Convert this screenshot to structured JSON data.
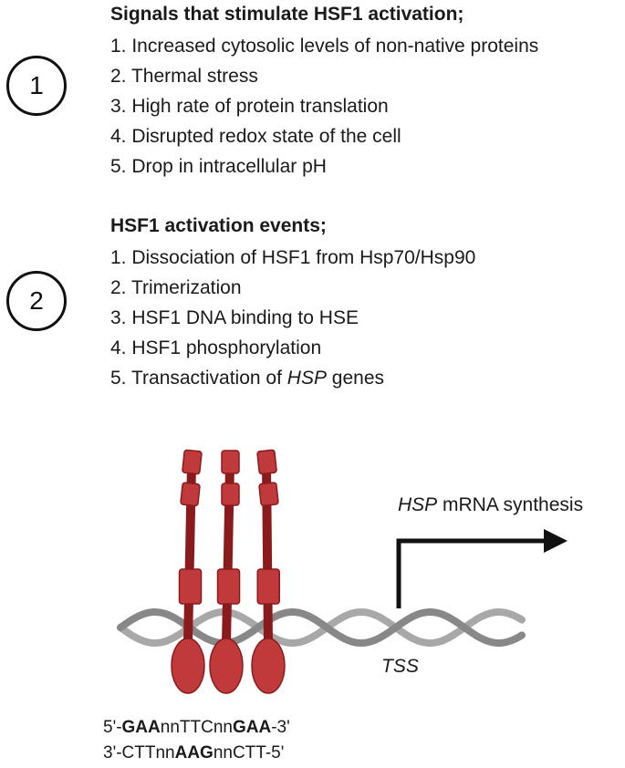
{
  "step1": {
    "number": "1",
    "heading": "Signals that stimulate HSF1 activation;",
    "items": [
      "1. Increased cytosolic levels of non-native proteins",
      "2. Thermal stress",
      "3. High rate of protein translation",
      "4. Disrupted redox state of the cell",
      "5. Drop in intracellular pH"
    ]
  },
  "step2": {
    "number": "2",
    "heading": "HSF1 activation events;",
    "items": [
      "1. Dissociation of HSF1 from Hsp70/Hsp90",
      "2. Trimerization",
      "3. HSF1 DNA binding to HSE",
      "4. HSF1 phosphorylation"
    ],
    "item5_prefix": "5. Transactivation of ",
    "item5_italic": "HSP",
    "item5_suffix": " genes"
  },
  "diagram": {
    "arrow_label_italic": "HSP",
    "arrow_label_rest": " mRNA synthesis",
    "tss_label": "TSS",
    "hsf1_color": "#c0393b",
    "hsf1_dark": "#8a1a1c",
    "dna_color": "#888888"
  },
  "sequence": {
    "line1": [
      [
        "5'-",
        false
      ],
      [
        "GAA",
        true
      ],
      [
        "nnTTCnn",
        false
      ],
      [
        "GAA",
        true
      ],
      [
        "-3'",
        false
      ]
    ],
    "line2": [
      [
        "3'-CTTnn",
        false
      ],
      [
        "AAG",
        true
      ],
      [
        "nnCTT-5'",
        false
      ]
    ]
  }
}
